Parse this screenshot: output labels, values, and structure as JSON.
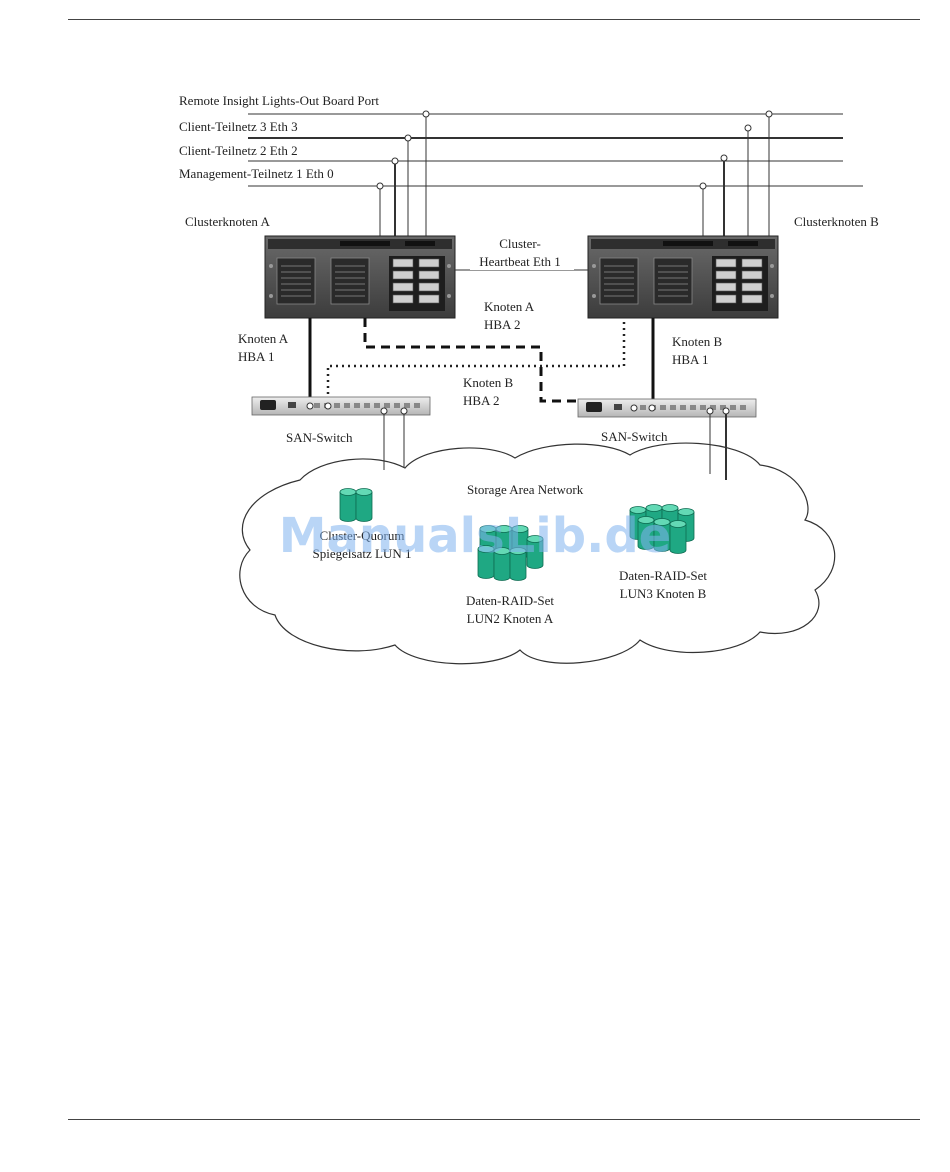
{
  "networks": [
    "Remote Insight Lights-Out Board Port",
    "Client-Teilnetz 3 Eth 3",
    "Client-Teilnetz 2 Eth 2",
    "Management-Teilnetz 1 Eth 0"
  ],
  "nodes": {
    "a": "Clusterknoten A",
    "b": "Clusterknoten B"
  },
  "heartbeat": [
    "Cluster-",
    "Heartbeat Eth 1"
  ],
  "hba": {
    "a1": [
      "Knoten A",
      "HBA 1"
    ],
    "a2": [
      "Knoten A",
      "HBA 2"
    ],
    "b1": [
      "Knoten B",
      "HBA 1"
    ],
    "b2": [
      "Knoten B",
      "HBA 2"
    ]
  },
  "switches": {
    "left": "SAN-Switch",
    "right": "SAN-Switch"
  },
  "san": {
    "title": "Storage Area Network",
    "quorum": [
      "Cluster-Quorum",
      "Spiegelsatz LUN 1"
    ],
    "raid_a": [
      "Daten-RAID-Set",
      "LUN2 Knoten A"
    ],
    "raid_b": [
      "Daten-RAID-Set",
      "LUN3 Knoten B"
    ]
  },
  "watermark": "ManualsLib.de",
  "colors": {
    "disk": "#1fa883",
    "disk_top": "#63d9b5",
    "server": "#4a4a4a",
    "watermark": "#7fb3ef"
  }
}
